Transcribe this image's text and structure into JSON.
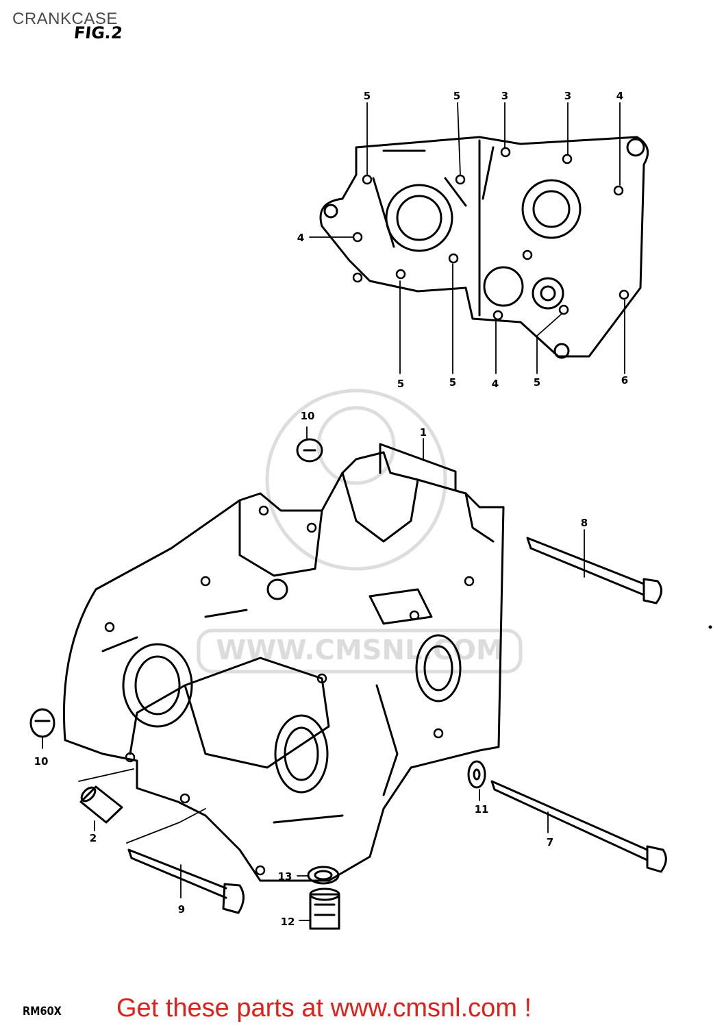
{
  "header": {
    "title": "CRANKCASE",
    "figure": "FIG.2"
  },
  "footer": {
    "model": "RM60X",
    "promo": "Get these parts at www.cmsnl.com !"
  },
  "watermark": {
    "text": "WWW.CMSNL.COM"
  },
  "callouts": {
    "c1": "1",
    "c2": "2",
    "c3a": "3",
    "c3b": "3",
    "c4a": "4",
    "c4b": "4",
    "c4c": "4",
    "c5a": "5",
    "c5b": "5",
    "c5c": "5",
    "c5d": "5",
    "c5e": "5",
    "c6": "6",
    "c7": "7",
    "c8": "8",
    "c9": "9",
    "c10a": "10",
    "c10b": "10",
    "c11": "11",
    "c12": "12",
    "c13": "13"
  },
  "colors": {
    "ink": "#000000",
    "promo": "#e0201a",
    "title": "#4a4a4a",
    "watermark": "#d9d9d9"
  }
}
